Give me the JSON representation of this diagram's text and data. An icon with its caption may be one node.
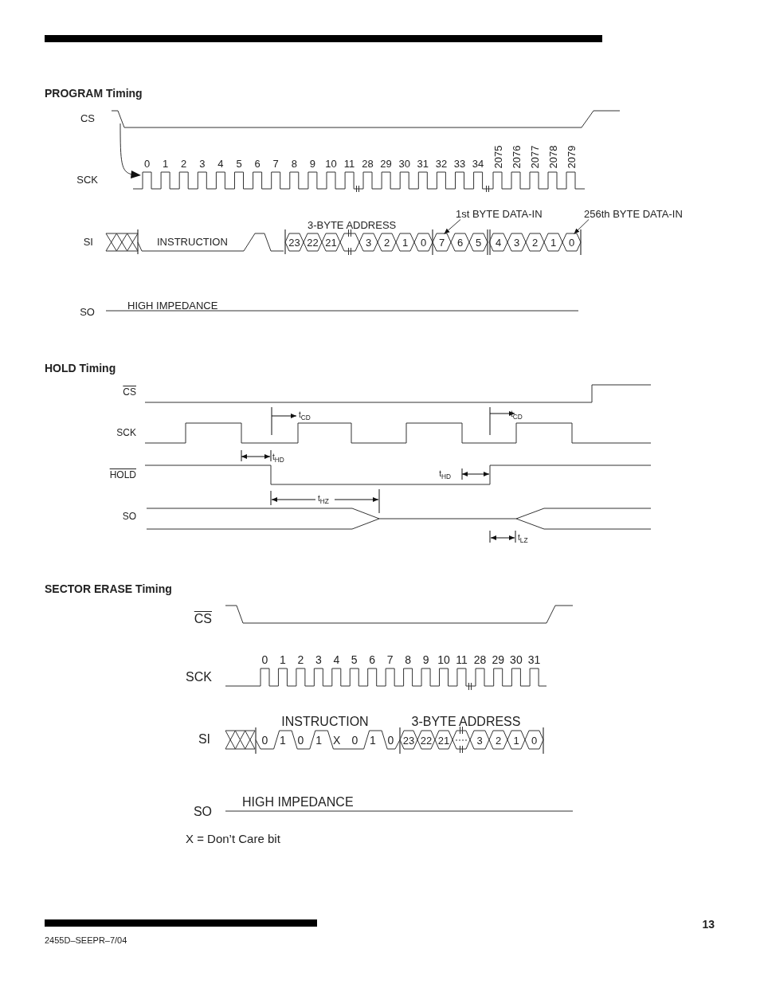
{
  "diagram": {
    "nodes": [
      {
        "text": [
          "1st BYTE DATA-IN"
        ]
      },
      {
        "text": [
          "256th BYTE DATA-IN"
        ]
      },
      {
        "text": [
          "7"
        ]
      },
      {
        "text": [
          "0"
        ]
      }
    ],
    "edges": [
      {
        "from": 0,
        "to": 2,
        "arrow": "to"
      },
      {
        "from": 1,
        "to": 3,
        "arrow": "to"
      }
    ],
    "labels": [
      "PROGRAM Timing",
      "CS",
      "0",
      "1",
      "2",
      "3",
      "4",
      "5",
      "6",
      "7",
      "8",
      "9",
      "10",
      "11",
      "28",
      "29",
      "30",
      "31",
      "32",
      "33",
      "34",
      "2075",
      "2076",
      "2077",
      "2078",
      "2079",
      "SCK",
      "3-BYTE ADDRESS",
      "SI",
      "INSTRUCTION",
      "23",
      "22",
      "21",
      "3",
      "2",
      "1",
      "0",
      "6",
      "5",
      "4",
      "3",
      "2",
      "1",
      "HIGH IMPEDANCE",
      "SO",
      "HOLD Timing",
      "CS",
      "t$_{CD}$",
      "t$_{CD}$",
      "SCK",
      "t$_{HD}$",
      "HOLD",
      "t$_{HD}$",
      "t$_{HZ}$",
      "SO",
      "t$_{LZ}$",
      "SECTOR ERASE Timing",
      "CS",
      "0",
      "1",
      "2",
      "3",
      "4",
      "5",
      "6",
      "7",
      "8",
      "9",
      "10",
      "11",
      "28",
      "29",
      "30",
      "31",
      "SCK",
      "INSTRUCTION",
      "3-BYTE ADDRESS",
      "SI",
      "0",
      "1",
      "0",
      "1",
      "X",
      "0",
      "1",
      "0",
      "23",
      "22",
      "21",
      "3",
      "2",
      "1",
      "0",
      "HIGH IMPEDANCE",
      "SO",
      "X = Don’t Care bit",
      "2455D–SEEPR–7/04",
      "13"
    ]
  }
}
